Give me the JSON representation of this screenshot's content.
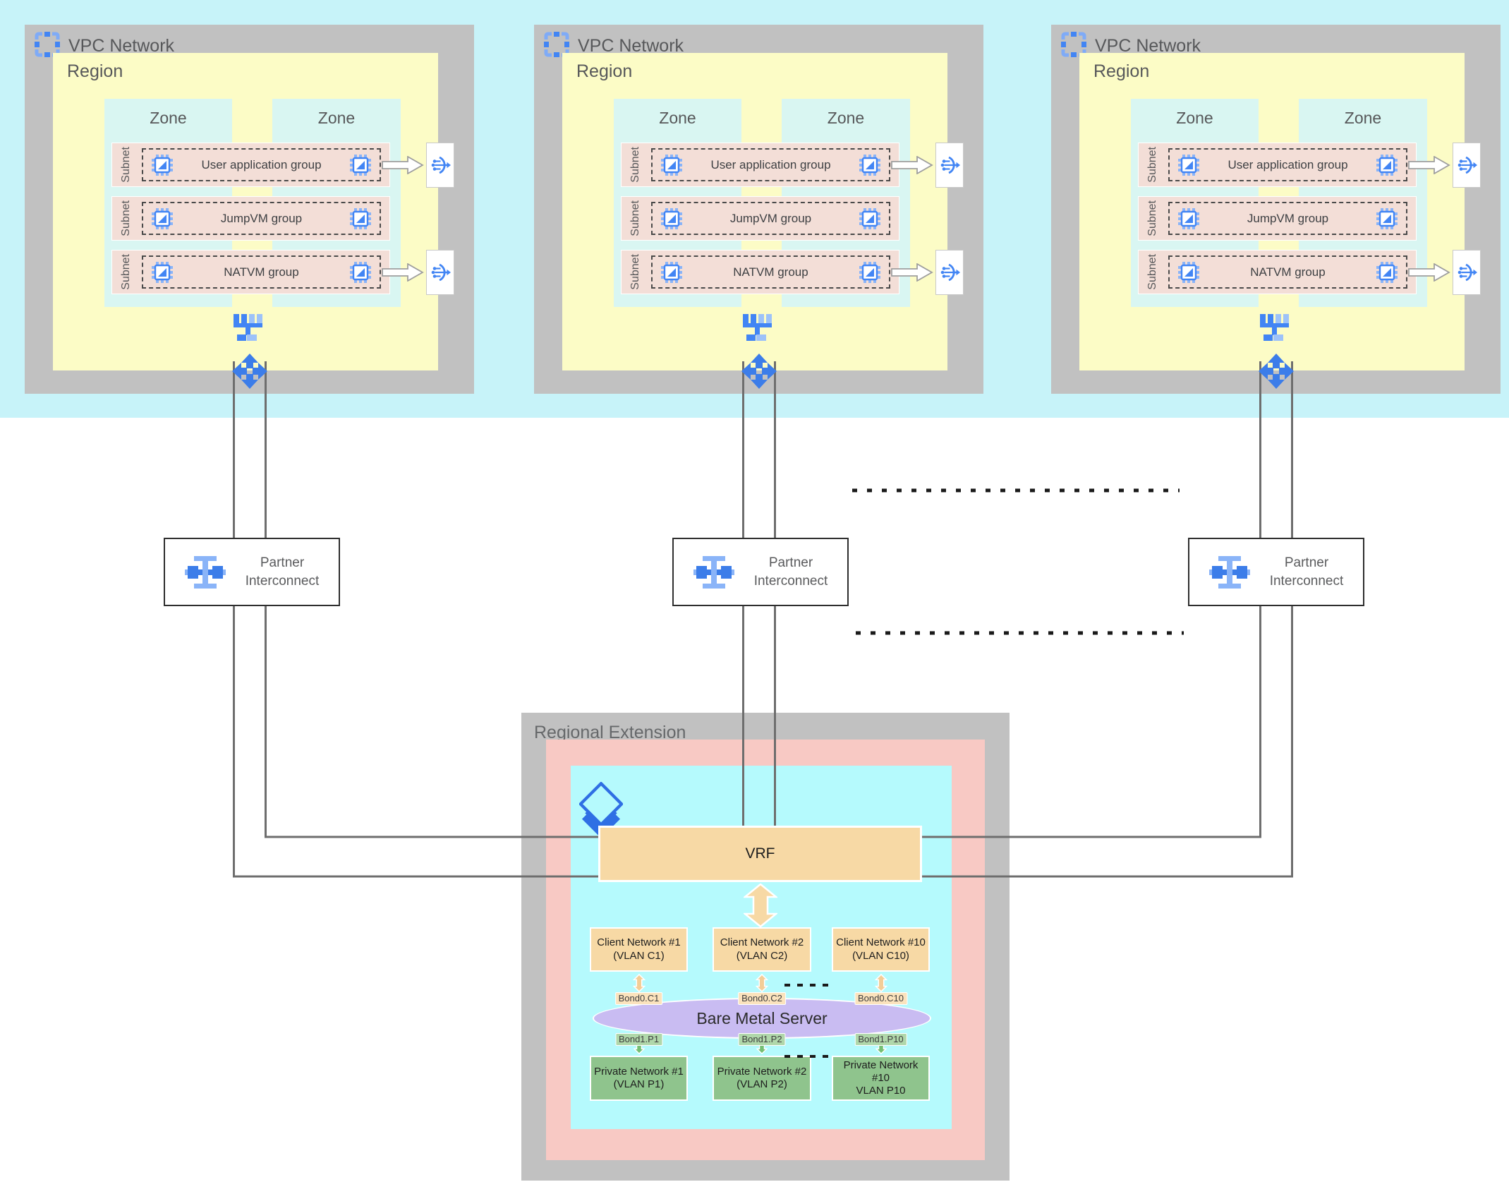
{
  "colors": {
    "cloud_band": "#c7f3f9",
    "container_gray": "#c1c1c1",
    "region_yellow": "#fcfcc6",
    "zone_cyan": "#d9f6f2",
    "subnet_pink": "#f3ded7",
    "accent_blue": "#4285f4",
    "light_blue": "#8ab4f8",
    "line_gray": "#6e6e6e",
    "regext_pink": "#f8c9c4",
    "regext_cyan": "#b5fafd",
    "orange": "#f7d9a5",
    "bare_metal_purple": "#c9bcf2",
    "private_green": "#8fc48d",
    "green_arrow": "#74bf74"
  },
  "icons": {
    "vpc": "vpc-network-icon (blue selection-frame brackets)",
    "chip": "compute-instance-icon (blue chip with pins)",
    "lb": "load-balancer-icon (arc with nodes and arrow)",
    "switch": "network-switch-icon",
    "router": "cloud-router-icon (four-way arrows)",
    "interconnect": "partner-interconnect-icon (I-beam with side blocks)",
    "bms": "bare-metal-solution-icon (layered diamond)"
  },
  "vpcs": [
    {
      "title": "VPC Network",
      "region_label": "Region",
      "zones": [
        "Zone",
        "Zone"
      ],
      "subnet_label": "Subnet",
      "groups": [
        "User application group",
        "JumpVM group",
        "NATVM group"
      ]
    },
    {
      "title": "VPC Network",
      "region_label": "Region",
      "zones": [
        "Zone",
        "Zone"
      ],
      "subnet_label": "Subnet",
      "groups": [
        "User application group",
        "JumpVM group",
        "NATVM group"
      ]
    },
    {
      "title": "VPC Network",
      "region_label": "Region",
      "zones": [
        "Zone",
        "Zone"
      ],
      "subnet_label": "Subnet",
      "groups": [
        "User application group",
        "JumpVM group",
        "NATVM group"
      ]
    }
  ],
  "interconnects": [
    {
      "label": "Partner\nInterconnect"
    },
    {
      "label": "Partner\nInterconnect"
    },
    {
      "label": "Partner\nInterconnect"
    }
  ],
  "regional_extension": {
    "title": "Regional Extension",
    "vrf_label": "VRF",
    "bare_metal_label": "Bare Metal Server",
    "columns": [
      {
        "client": "Client Network #1\n(VLAN C1)",
        "bond_top": "Bond0.C1",
        "bond_bottom": "Bond1.P1",
        "private": "Private Network #1\n(VLAN P1)"
      },
      {
        "client": "Client Network #2\n(VLAN C2)",
        "bond_top": "Bond0.C2",
        "bond_bottom": "Bond1.P2",
        "private": "Private Network #2\n(VLAN P2)"
      },
      {
        "client": "Client Network #10\n(VLAN C10)",
        "bond_top": "Bond0.C10",
        "bond_bottom": "Bond1.P10",
        "private": "Private Network\n#10\nVLAN P10"
      }
    ]
  }
}
